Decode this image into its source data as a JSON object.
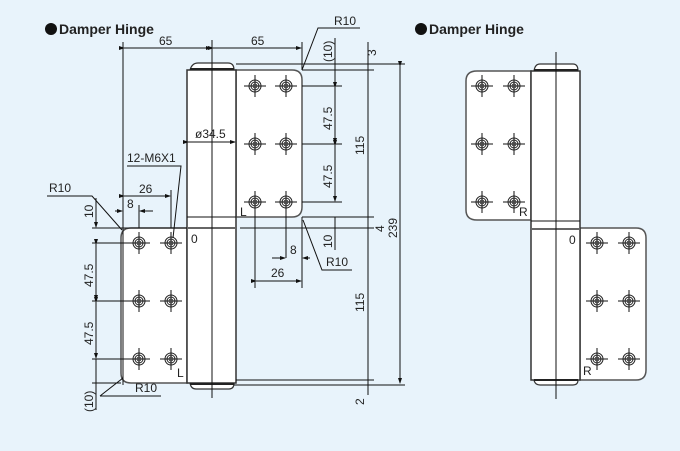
{
  "left_view": {
    "title": "Damper Hinge",
    "labels": {
      "width_left": "65",
      "width_right": "65",
      "radius_top_right": "R10",
      "top_offset": "(10)",
      "top_gap": "3",
      "pitch_upper_1": "47.5",
      "pitch_upper_2": "47.5",
      "leaf_height_upper": "115",
      "total_height": "239",
      "gap_mid": "4",
      "offset_mid": "10",
      "diameter": "ø34.5",
      "thread": "12-M6X1",
      "radius_left": "R10",
      "hole_span_left": "26",
      "hole_offset_left": "8",
      "offset_left": "10",
      "hole_offset_right": "8",
      "hole_span_right": "26",
      "radius_mid": "R10",
      "pitch_lower_1": "47.5",
      "pitch_lower_2": "47.5",
      "leaf_height_lower": "115",
      "bottom_offset": "(10)",
      "radius_bottom": "R10",
      "bottom_gap": "2",
      "side_upper": "L",
      "side_lower": "L",
      "zero_mark": "0"
    }
  },
  "right_view": {
    "title": "Damper Hinge",
    "labels": {
      "side_upper": "R",
      "side_lower": "R",
      "zero_mark": "0"
    }
  }
}
